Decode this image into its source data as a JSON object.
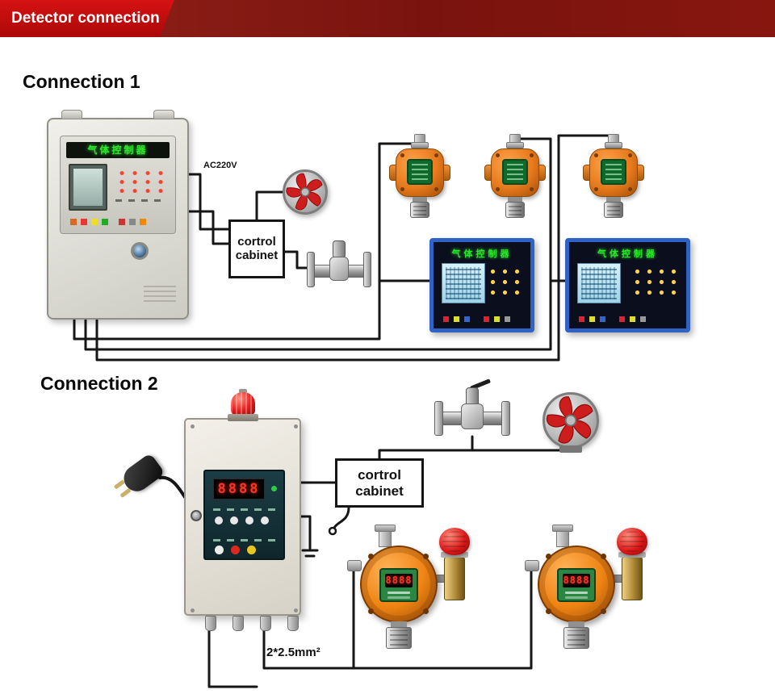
{
  "header": {
    "title": "Detector connection"
  },
  "colors": {
    "banner_dark_red": "#7a130e",
    "ribbon_red": "#c40c0c",
    "wire_black": "#161616",
    "detector_orange": "#ef8414",
    "panel_blue": "#2f62c4",
    "display_green_text": "#27e827",
    "digit_red": "#ff3226"
  },
  "connection1": {
    "heading": "Connection 1",
    "power_label": "AC220V",
    "controller": {
      "title": "气体控制器"
    },
    "cabinet": {
      "line1": "cortrol",
      "line2": "cabinet"
    },
    "panels": [
      {
        "title": "气体控制器"
      },
      {
        "title": "气体控制器"
      }
    ]
  },
  "connection2": {
    "heading": "Connection 2",
    "controller": {
      "display": "8888"
    },
    "cabinet": {
      "line1": "cortrol",
      "line2": "cabinet"
    },
    "detectors": [
      {
        "display": "8888"
      },
      {
        "display": "8888"
      }
    ],
    "wire_label": "2*2.5mm²"
  }
}
